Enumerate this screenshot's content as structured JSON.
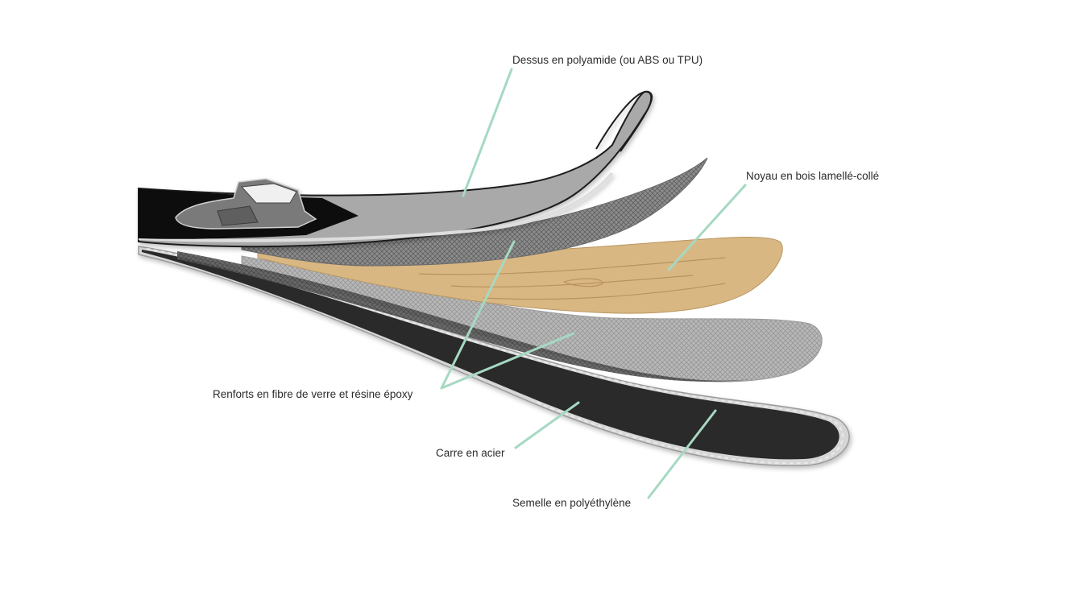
{
  "labels": {
    "top_sheet": "Dessus en polyamide (ou ABS ou TPU)",
    "core": "Noyau en bois lamellé-collé",
    "reinforcement": "Renforts en fibre de verre et résine époxy",
    "edge": "Carre en acier",
    "base": "Semelle en polyéthylène"
  },
  "colors": {
    "leader": "#a6d9c2",
    "top_sheet": "#a9a9a9",
    "core": "#d9b783",
    "fiber": "#8a8a8a",
    "base": "#2b2b2b",
    "outline": "#1e1e1e"
  }
}
